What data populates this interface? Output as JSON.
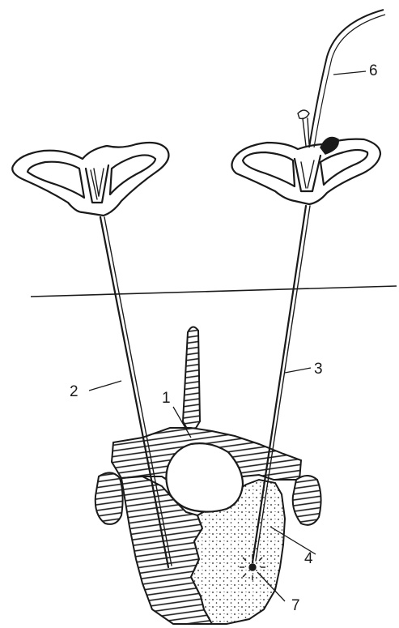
{
  "labels": {
    "l1": "1",
    "l2": "2",
    "l3": "3",
    "l4": "4",
    "l6": "6",
    "l7": "7"
  }
}
